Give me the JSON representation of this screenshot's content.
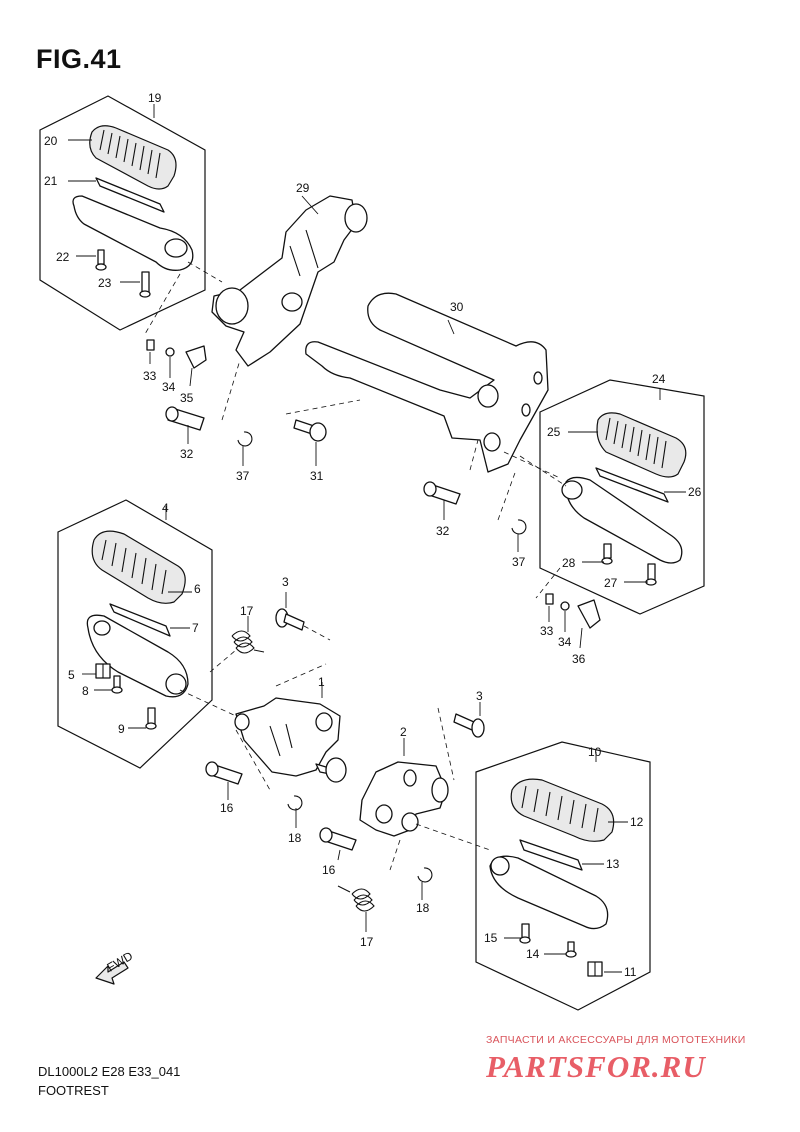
{
  "figure": {
    "title": "FIG.41",
    "model_code": "DL1000L2 E28 E33_041",
    "section_name": "FOOTREST",
    "fwd_label": "FWD"
  },
  "watermark": {
    "text": "ЗАПЧАСТИ И АКСЕССУАРЫ ДЛЯ МОТОТЕХНИКИ",
    "logo": "PARTSFOR.RU",
    "color": "#e4434d"
  },
  "callouts": {
    "n1": "1",
    "n2": "2",
    "n3a": "3",
    "n3b": "3",
    "n4": "4",
    "n5": "5",
    "n6": "6",
    "n7": "7",
    "n8": "8",
    "n9": "9",
    "n10": "10",
    "n11": "11",
    "n12": "12",
    "n13": "13",
    "n14": "14",
    "n15": "15",
    "n16a": "16",
    "n16b": "16",
    "n17a": "17",
    "n17b": "17",
    "n18a": "18",
    "n18b": "18",
    "n19": "19",
    "n20": "20",
    "n21": "21",
    "n22": "22",
    "n23": "23",
    "n24": "24",
    "n25": "25",
    "n26": "26",
    "n27": "27",
    "n28": "28",
    "n29": "29",
    "n30": "30",
    "n31": "31",
    "n32a": "32",
    "n32b": "32",
    "n33a": "33",
    "n33b": "33",
    "n34a": "34",
    "n34b": "34",
    "n35": "35",
    "n36": "36",
    "n37a": "37",
    "n37b": "37"
  }
}
